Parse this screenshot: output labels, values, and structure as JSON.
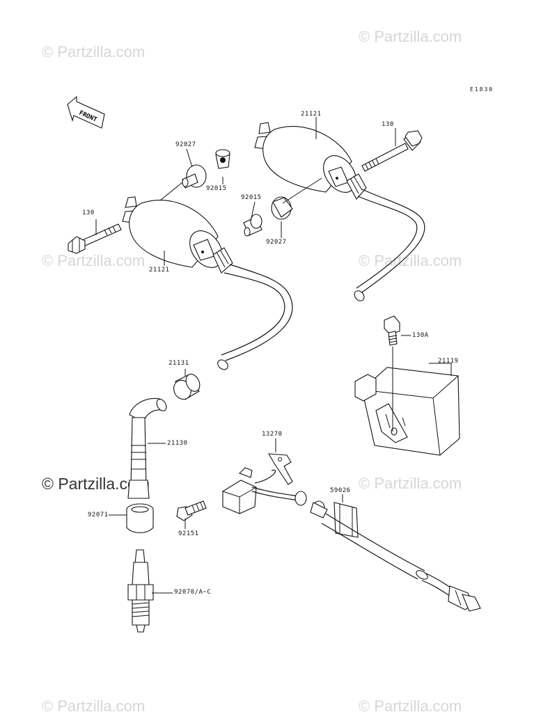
{
  "diagram_code": "E1830",
  "front_label": "FRONT",
  "watermark": "© Partzilla.com",
  "callouts": {
    "coil_top_number": "21121",
    "bolt_right": "130",
    "washer_left": "92027",
    "collar_left": "92015",
    "collar_right": "92015",
    "washer_right": "92027",
    "bolt_left": "130",
    "coil_left_number": "21121",
    "bolt_130a": "130A",
    "igniter": "21119",
    "cap_21131": "21131",
    "plug_cap": "21130",
    "bracket": "13270",
    "clamp": "59026",
    "seal": "92071",
    "bolt_92151": "92151",
    "spark_plug": "92070/A~C"
  }
}
